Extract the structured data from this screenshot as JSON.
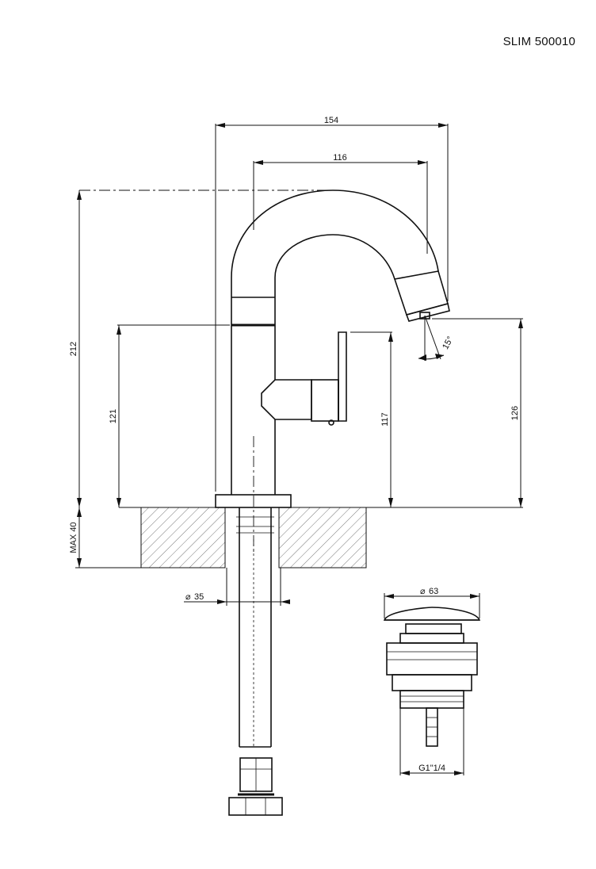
{
  "title": "SLIM 500010",
  "dimensions": {
    "width_overall": "154",
    "spout_reach": "116",
    "height_overall": "212",
    "body_height": "121",
    "handle_height": "117",
    "outlet_height": "126",
    "max_deck": "MAX 40",
    "base_diameter": "35",
    "waste_diameter": "63",
    "waste_thread": "G1\"1/4",
    "spout_angle": "15°"
  },
  "symbols": {
    "diameter": "⌀"
  }
}
